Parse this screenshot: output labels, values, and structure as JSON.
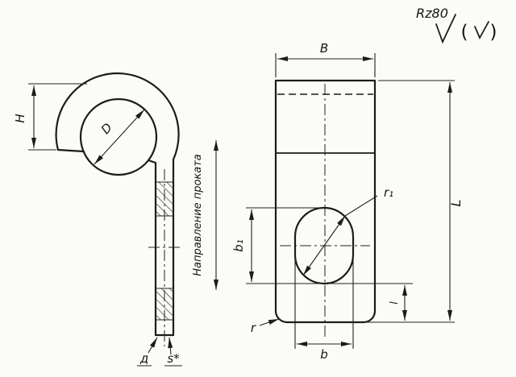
{
  "surface_finish": {
    "rz": "Rz80",
    "paren_open": "(",
    "paren_close": ")"
  },
  "rolling_direction": {
    "label": "Направление проката"
  },
  "side_view": {
    "dim_h": "H",
    "dim_d_big": "D",
    "dim_d_small": "д",
    "dim_s": "s*"
  },
  "front_view": {
    "dim_b_big": "B",
    "dim_l_big": "L",
    "dim_b1": "b₁",
    "dim_b": "b",
    "dim_r": "r",
    "dim_r1": "r₁",
    "dim_l_small": "l"
  }
}
